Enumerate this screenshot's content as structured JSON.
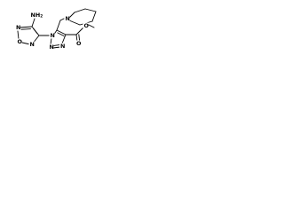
{
  "structure": {
    "amine_label": "NH2",
    "amine_prefix": "NH",
    "amine_subscript": "2",
    "atom_labels": {
      "furazan_n_left": "N",
      "furazan_o": "O",
      "furazan_n_right": "N",
      "triazole_n1": "N",
      "triazole_n2": "N",
      "triazole_n3": "N",
      "piperidine_n": "N",
      "carbonyl_o": "O",
      "ester_o": "O"
    }
  }
}
